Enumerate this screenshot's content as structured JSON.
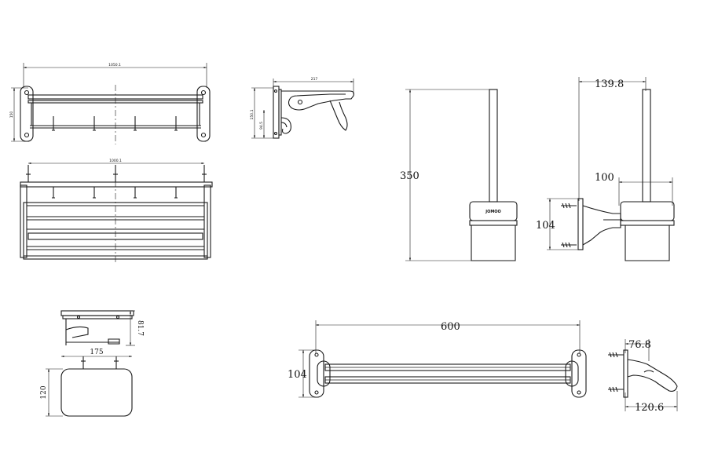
{
  "title": "",
  "brand_mark": "JOMOO",
  "dimensions": {
    "shelf_width": "1050.1",
    "shelf_height": "150",
    "shelf_hook_span": "1000.1",
    "shelf_side_depth": "217",
    "shelf_side_h1": "150.1",
    "shelf_side_h2": "94.5",
    "brush_height": "350",
    "brush_depth": "139.8",
    "brush_cup_width": "100",
    "brush_mount_height": "104",
    "holder_height": "81.7",
    "holder_width": "175",
    "holder_depth": "120",
    "towel_bar_length": "600",
    "towel_bar_mount_height": "104",
    "towel_bar_projection": "76.8",
    "towel_bar_depth": "120.6"
  }
}
